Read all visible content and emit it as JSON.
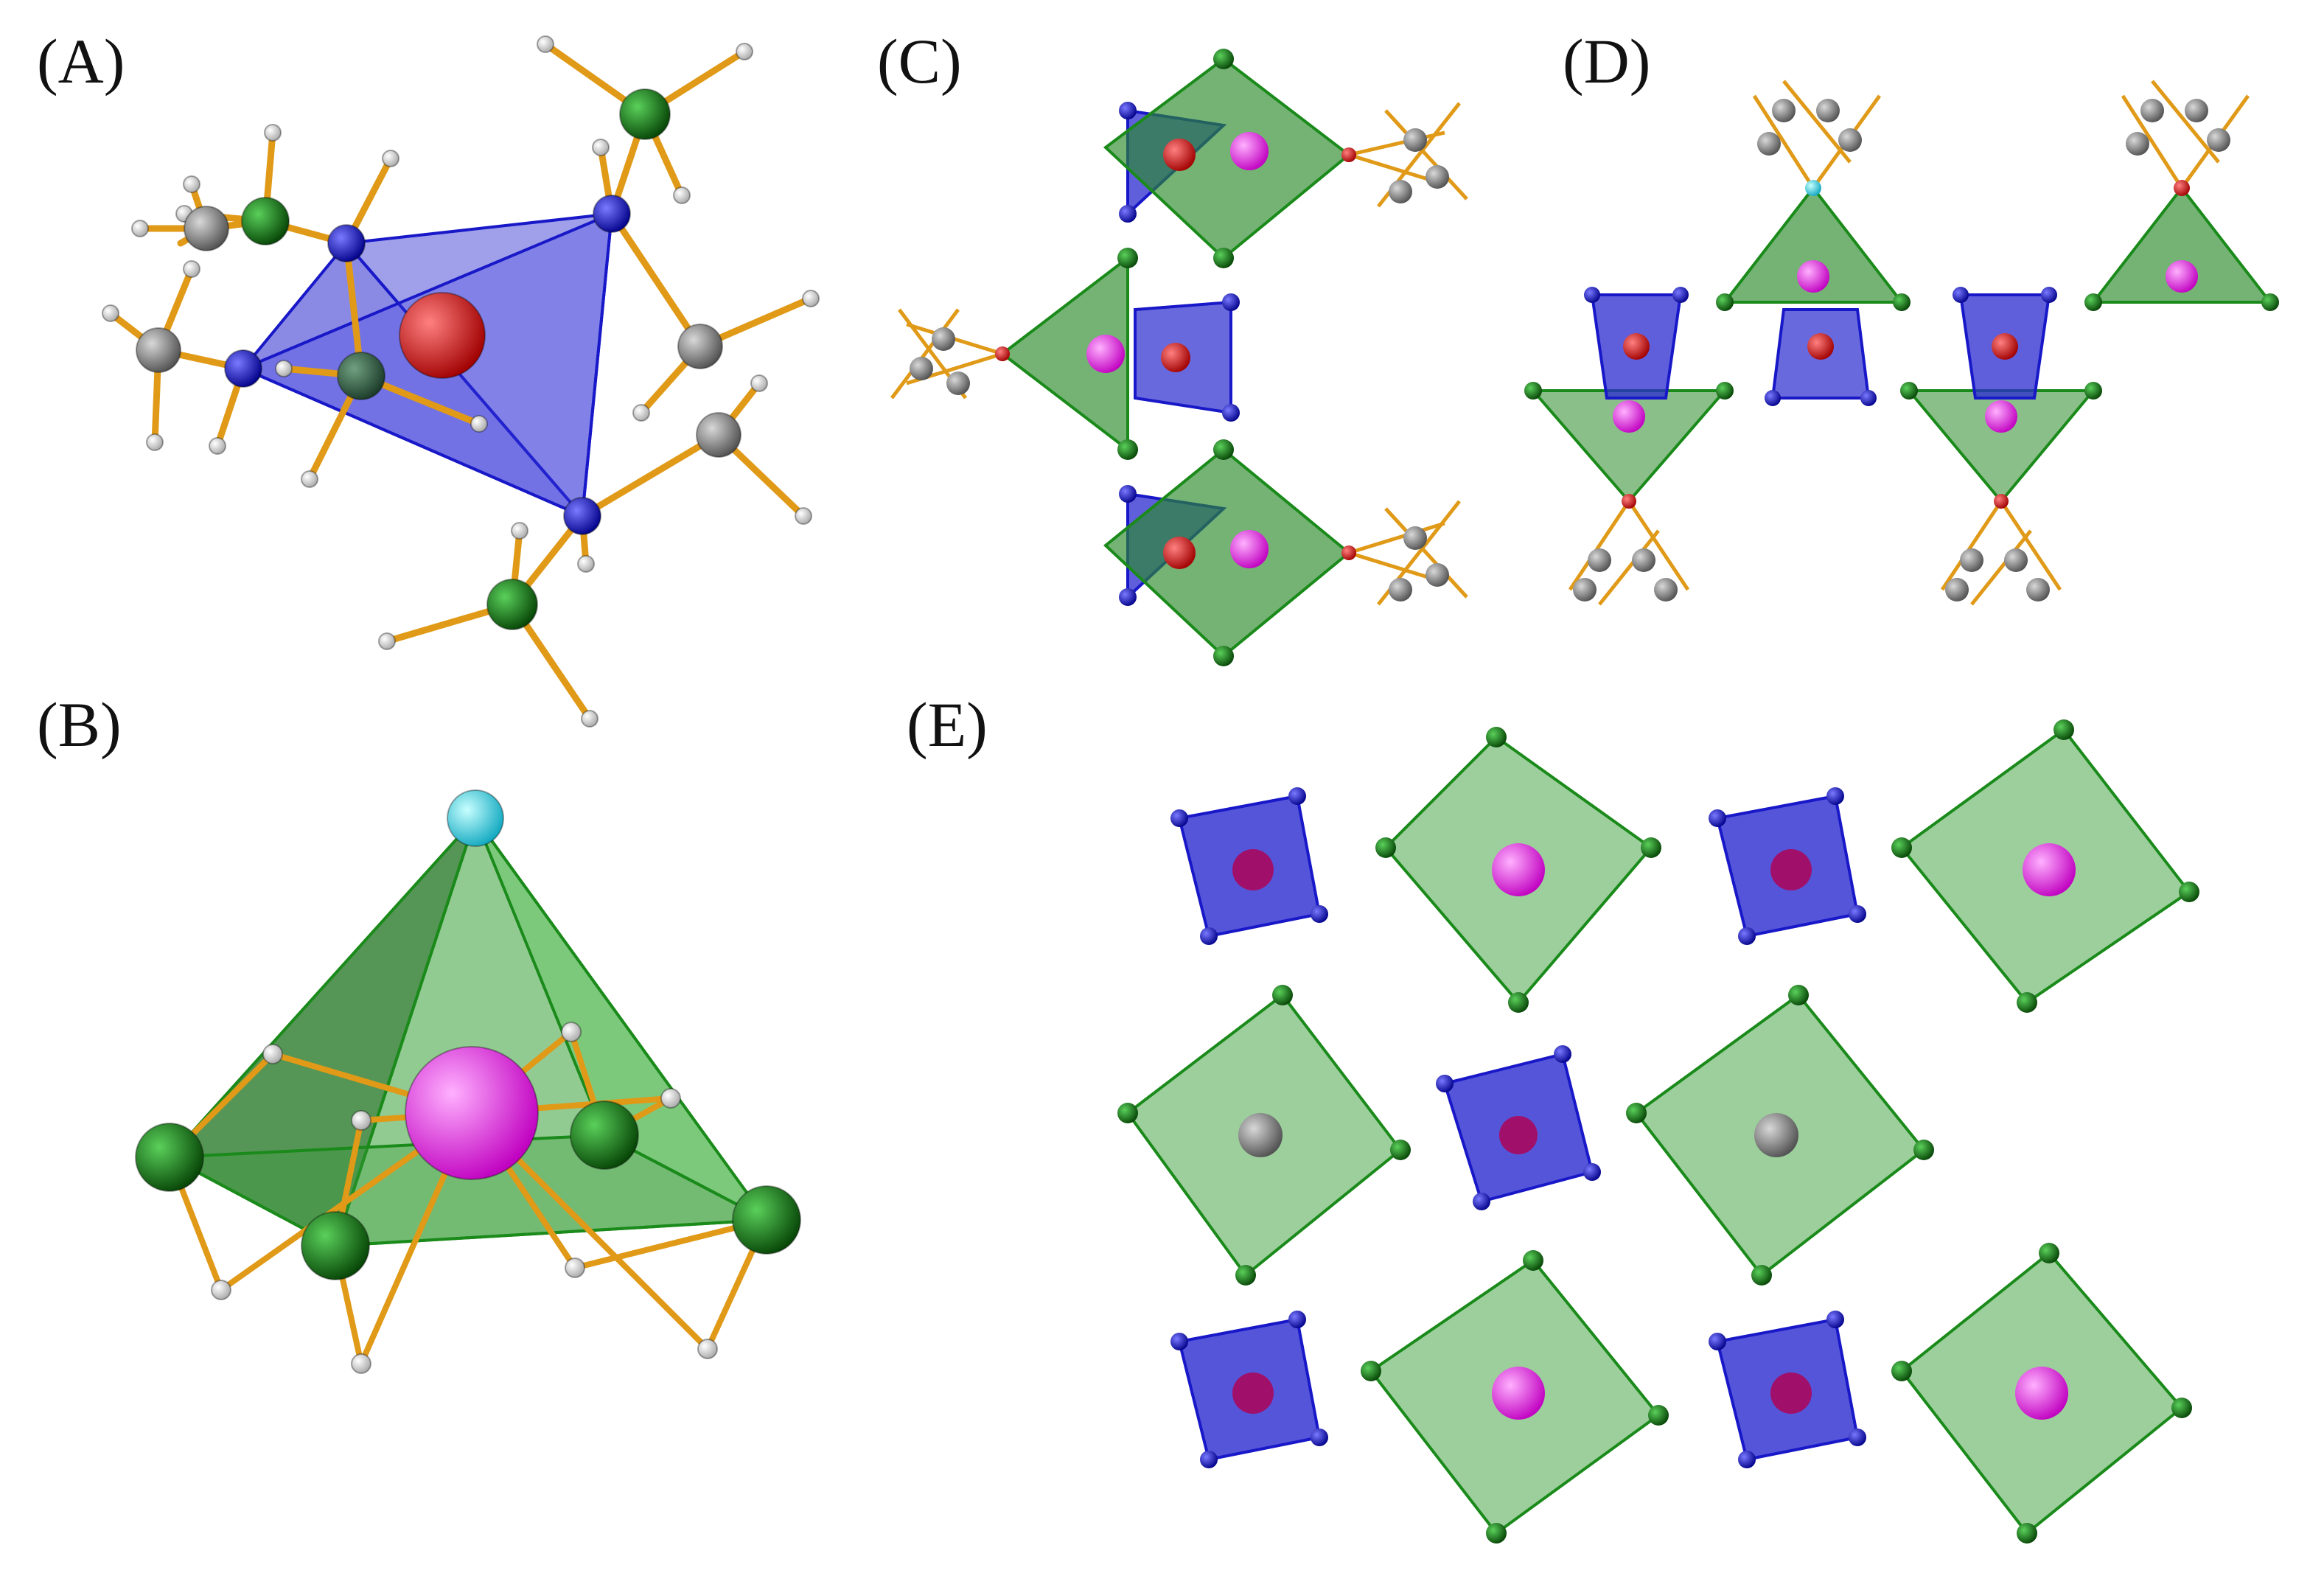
{
  "figure": {
    "panels": [
      {
        "id": "A",
        "label": "(A)"
      },
      {
        "id": "B",
        "label": "(B)"
      },
      {
        "id": "C",
        "label": "(C)"
      },
      {
        "id": "D",
        "label": "(D)"
      },
      {
        "id": "E",
        "label": "(E)"
      }
    ]
  },
  "colors": {
    "bond": "#f0a418",
    "hydrogen": "#f4f4f4",
    "carbon": "#8a8a8a",
    "nitrogen": "#1010d8",
    "boron": "#147814",
    "oxygen": "#e81010",
    "metal": "#ff20ff",
    "apex": "#30e0f0",
    "blue_polyhedron": "#2a2ad0",
    "green_polyhedron": "#2a8a2a"
  }
}
